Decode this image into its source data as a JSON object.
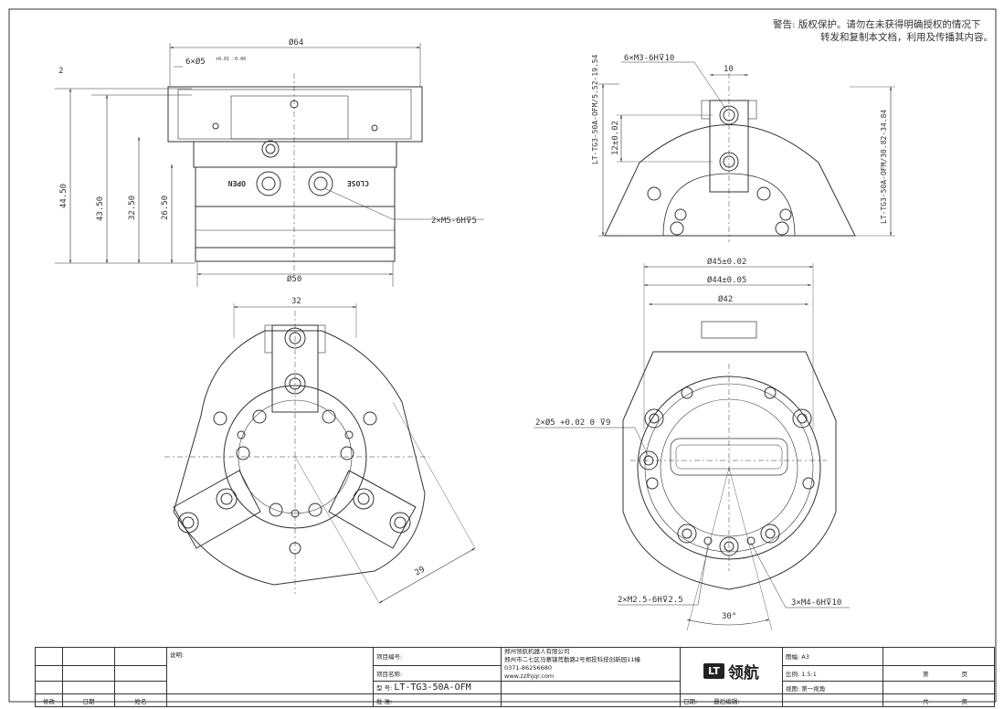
{
  "warning": {
    "line1": "警告:  版权保护。请勿在未获得明确授权的情况下",
    "line2": "转发和复制本文档，利用及传播其内容。"
  },
  "dims": {
    "d64": "Ø64",
    "d6x5": "6×Ø5",
    "tol_small": "+0.01  -0.00",
    "v2": "2",
    "v4450": "44.50",
    "v4350": "43.50",
    "v3250": "32.50",
    "v2650": "26.50",
    "d50": "Ø50",
    "open": "OPEN",
    "close": "CLOSE",
    "m5": "2×M5-6H⊽5",
    "m3": "6×M3-6H⊽10",
    "v10": "10",
    "v12": "12±0.02",
    "lt_left": "LT-TG3-50A-OFM/5.52-19.54",
    "lt_right": "LT-TG3-50A-OFM/30.82-34.84",
    "v32": "32",
    "v29": "29",
    "d45": "Ø45±0.02",
    "d44": "Ø44±0.05",
    "d42": "Ø42",
    "d5_9": "2×Ø5 +0.02 0 ⊽9",
    "m25": "2×M2.5-6H⊽2.5",
    "m4": "3×M4-6H⊽10",
    "ang30": "30°"
  },
  "title_block": {
    "desc": "说明:",
    "proj_no": "项目编号:",
    "proj_name": "项目名称:",
    "model_label": "型  号:",
    "model": "LT-TG3-50A-OFM",
    "approve": "批  准:",
    "company1": "郑州领航机器人有限公司",
    "company2": "郑州市二七区马寨镇芎勤路2号郑投科技创新园11幢",
    "phone": "0371-86256680",
    "web": "www.zzlhjqr.com",
    "date": "日期:",
    "last_edit": "最后编辑:",
    "logo": "LT",
    "brand": "领航",
    "sheet": "图幅: A3",
    "scale": "比例: 1.5:1",
    "view": "视图: 第一视角",
    "di": "第",
    "ye": "页",
    "gong": "共",
    "ye2": "页",
    "modify": "修改",
    "riqi": "日期",
    "name": "姓名"
  }
}
